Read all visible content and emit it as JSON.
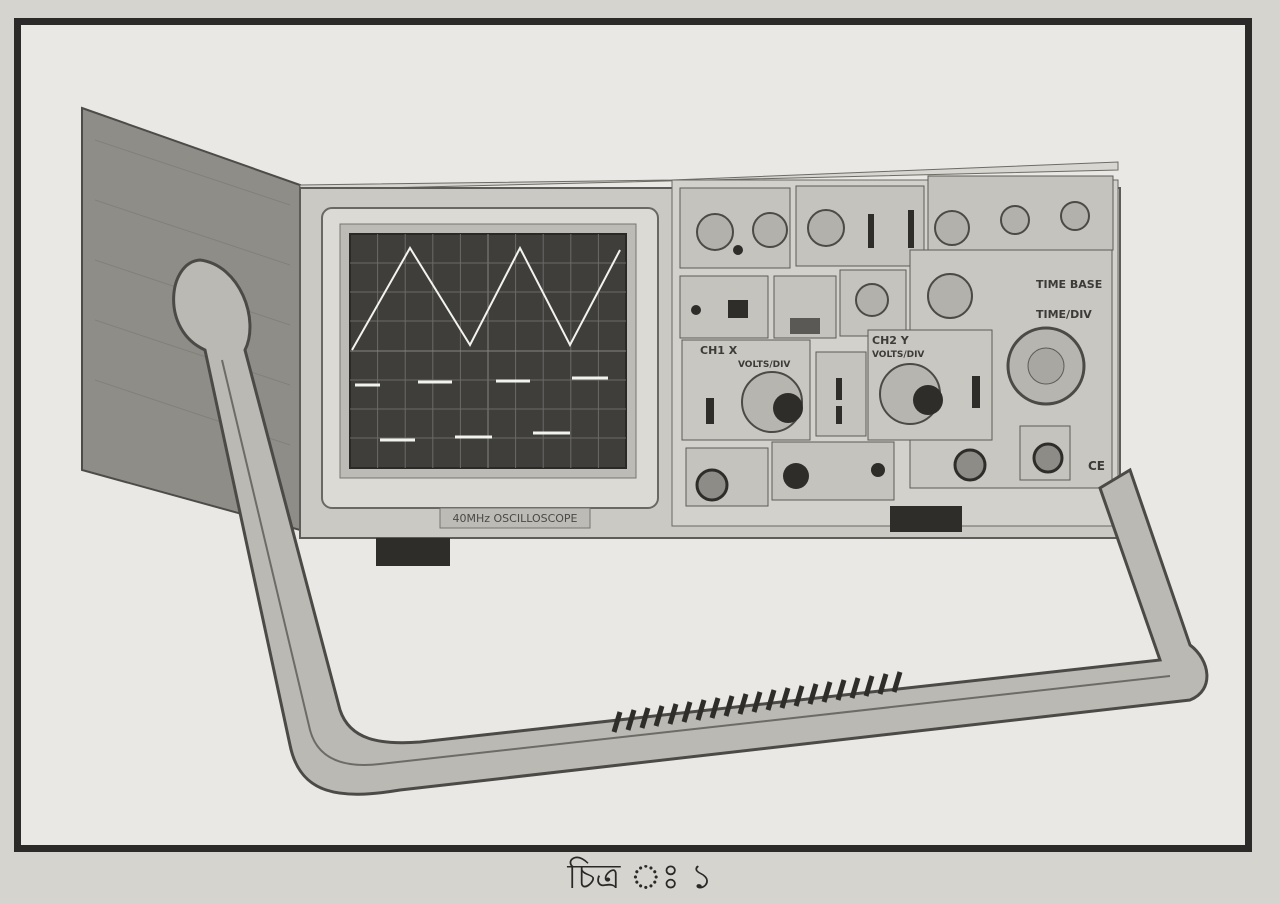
{
  "figure": {
    "caption": "চিত্র ঃ ১",
    "subject": "oscilloscope",
    "panel_labels": {
      "ch1_heading": "CH1 X",
      "ch2_heading": "CH2 Y",
      "ch1_volts_div": "VOLTS/DIV",
      "ch2_volts_div": "VOLTS/DIV",
      "time_base": "TIME BASE",
      "time_div": "TIME/DIV",
      "bottom_model": "40MHz OSCILLOSCOPE"
    },
    "colors": {
      "paper": "#e9e8e4",
      "frame": "#2b2a28",
      "screen": "#3f3e3b",
      "waveform": "#f2f2ee",
      "body": "#c9c7c1"
    }
  }
}
